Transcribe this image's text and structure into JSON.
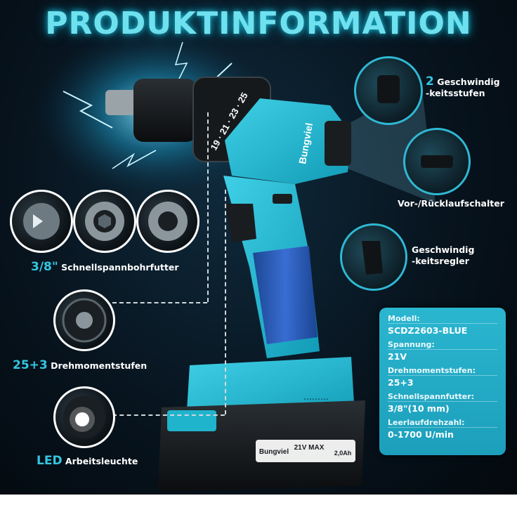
{
  "title": "PRODUKTINFORMATION",
  "colors": {
    "accent": "#35c6e2",
    "body": "#1fb3cc",
    "panel": "#2bb6d0"
  },
  "drill": {
    "brand": "Bungviel",
    "chuck_numbers": "19 · 21 · 23 · 25",
    "battery_brand": "Bungviel",
    "battery_voltage": "21V MAX",
    "battery_capacity": "2,0Ah"
  },
  "features": {
    "speeds": {
      "number": "2",
      "text_line1": "Geschwindig",
      "text_line2": "-keitsstufen",
      "icon": "speed-switch-icon"
    },
    "reverse": {
      "text": "Vor-/Rücklaufschalter",
      "icon": "reverse-switch-icon"
    },
    "regulator": {
      "text_line1": "Geschwindig",
      "text_line2": "-keitsregler",
      "icon": "trigger-icon"
    },
    "chuck": {
      "number": "3/8\"",
      "text": "Schnellspannbohrfutter",
      "icon": "chuck-icon"
    },
    "torque": {
      "number": "25+3",
      "text": "Drehmomentstufen",
      "icon": "torque-ring-icon"
    },
    "led": {
      "number": "LED",
      "text": "Arbeitsleuchte",
      "icon": "led-icon"
    }
  },
  "specs": [
    {
      "label": "Modell:",
      "value": "SCDZ2603-BLUE"
    },
    {
      "label": "Spannung:",
      "value": "21V"
    },
    {
      "label": "Drehmomentstufen:",
      "value": "25+3"
    },
    {
      "label": "Schnellspannfutter:",
      "value": "3/8\"(10 mm)"
    },
    {
      "label": "Leerlaufdrehzahl:",
      "value": "0-1700 U/min"
    }
  ]
}
